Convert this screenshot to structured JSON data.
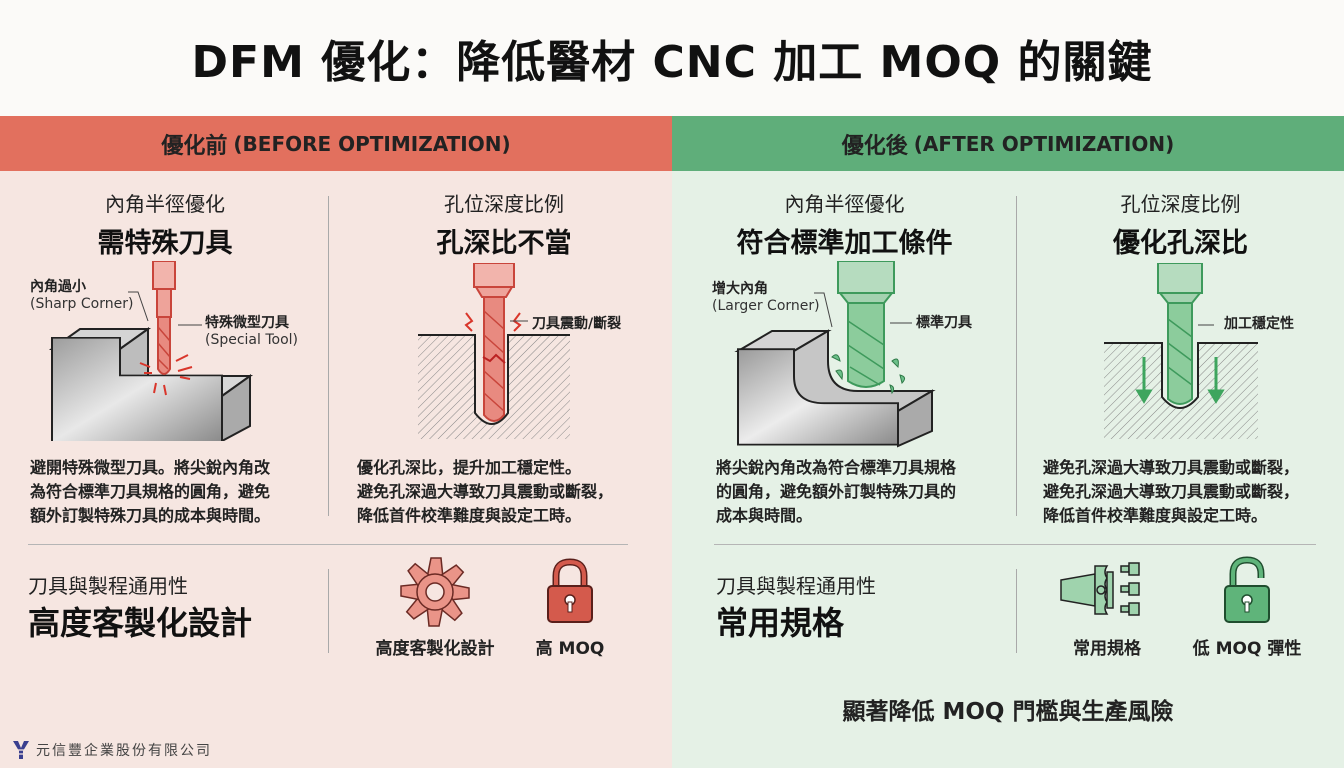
{
  "title": "DFM 優化：降低醫材 CNC 加工 MOQ 的關鍵",
  "colors": {
    "before_band": "#e2705e",
    "after_band": "#5fae7a",
    "before_bg": "#f6e6e1",
    "after_bg": "#e5f1e6",
    "before_accent": "#d9534a",
    "after_accent": "#3e9a5c"
  },
  "before": {
    "band_zh": "優化前",
    "band_en": "(BEFORE OPTIMIZATION)",
    "corner": {
      "sub": "內角半徑優化",
      "head": "需特殊刀具",
      "label_corner_zh": "內角過小",
      "label_corner_en": "(Sharp Corner)",
      "label_tool_zh": "特殊微型刀具",
      "label_tool_en": "(Special Tool)",
      "desc": [
        "避開特殊微型刀具。將尖銳內角改",
        "為符合標準刀具規格的圓角，避免",
        "額外訂製特殊刀具的成本與時間。"
      ]
    },
    "hole": {
      "sub": "孔位深度比例",
      "head": "孔深比不當",
      "label_tool_zh": "刀具震動/斷裂",
      "desc": [
        "優化孔深比，提升加工穩定性。",
        "避免孔深過大導致刀具震動或斷裂，",
        "降低首件校準難度與設定工時。"
      ]
    },
    "versatility": {
      "sub": "刀具與製程通用性",
      "head": "高度客製化設計",
      "icon1_name": "custom-cutter-icon",
      "icon1_caption": "高度客製化設計",
      "icon2_name": "locked-padlock-icon",
      "icon2_caption": "高 MOQ"
    }
  },
  "after": {
    "band_zh": "優化後",
    "band_en": "(AFTER OPTIMIZATION)",
    "corner": {
      "sub": "內角半徑優化",
      "head": "符合標準加工條件",
      "label_corner_zh": "增大內角",
      "label_corner_en": "(Larger Corner)",
      "label_tool_zh": "標準刀具",
      "desc": [
        "將尖銳內角改為符合標準刀具規格",
        "的圓角，避免額外訂製特殊刀具的",
        "成本與時間。"
      ]
    },
    "hole": {
      "sub": "孔位深度比例",
      "head": "優化孔深比",
      "label_tool_zh": "加工穩定性",
      "desc": [
        "避免孔深過大導致刀具震動或斷裂，",
        "避免孔深過大導致刀具震動或斷裂，",
        "降低首件校準難度與設定工時。"
      ]
    },
    "versatility": {
      "sub": "刀具與製程通用性",
      "head": "常用規格",
      "icon1_name": "standard-tool-holder-icon",
      "icon1_caption": "常用規格",
      "icon2_name": "unlocked-padlock-icon",
      "icon2_caption": "低 MOQ 彈性"
    },
    "summary": "顯著降低 MOQ 門檻與生產風險"
  },
  "footer": {
    "company": "元信豐企業股份有限公司"
  }
}
